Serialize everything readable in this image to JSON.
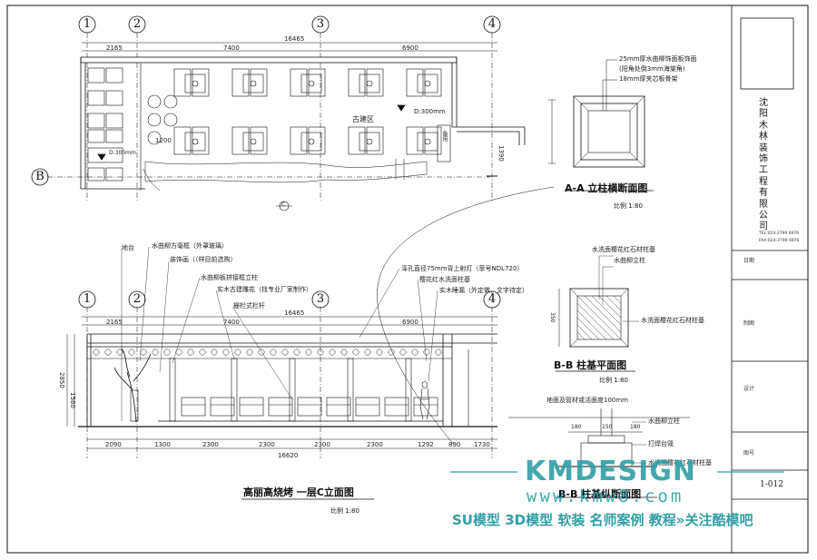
{
  "grid_labels": {
    "g1": "1",
    "g2": "2",
    "g3": "3",
    "g4": "4",
    "gB": "B",
    "gC": "C"
  },
  "plan": {
    "dims_top": [
      "2165",
      "7400",
      "6900"
    ],
    "dim_total": "16465",
    "dim_vertical": "1200",
    "dim_bottom_right": "1390",
    "area_label": "古建区",
    "level_main": "D:300mm",
    "level_left": "D:300mm",
    "side_label": "备用"
  },
  "section_aa": {
    "notes": [
      "25mm厚水曲柳饰面板饰面",
      "(阳角处倒3mm海棠角)",
      "18mm厚夹芯板骨架"
    ],
    "title": "A-A  立柱横断面图",
    "scale": "比例  1:80"
  },
  "elevation": {
    "callouts_left": [
      "地台",
      "水曲柳方毫框（外罩玻璃）",
      "装饰画（（样目前选购）",
      "水曲柳板拼接框立柱",
      "实木古建雕花（找专业厂家制作）",
      "栅栏式栏杆"
    ],
    "callouts_right": [
      "泽孔直径75mm背上射灯（菲号NDL720）",
      "樱花红水洗面柱基",
      "实木睡漏（外定做，文字待定）"
    ],
    "dims_top": [
      "2165",
      "7400",
      "6900"
    ],
    "dim_total": "16465",
    "dims_bottom": [
      "2090",
      "1300",
      "2300",
      "2300",
      "2300",
      "2300",
      "1292",
      "890",
      "1730"
    ],
    "dim_bottom_total": "16620",
    "left_height_1": "2850",
    "left_height_2": "1580",
    "title": "高丽高烧烤    一层C立面图",
    "scale": "比例  1:80"
  },
  "plan_bb": {
    "notes": [
      "水洗面樱花红石材柱基",
      "水曲柳立柱",
      "水洗面樱花红石材柱基"
    ],
    "dim": "350",
    "title": "B-B  柱基平面图",
    "scale": "比例  1:80"
  },
  "section_bb": {
    "notes": [
      "地面及管材或活面度100mm",
      "水曲柳立柱",
      "打焊台毁",
      "水洗面樱花红石材柱基"
    ],
    "dims": [
      "180",
      "150",
      "180"
    ],
    "title": "B-B  柱基纵断面图"
  },
  "title_block": {
    "company": "沈阳木林装饰工程有限公司",
    "contact_1": "TEL:024-2799 6976",
    "contact_2": "FAX:024-2799 6976",
    "fields": [
      "日期",
      "制图",
      "设计",
      "图号"
    ],
    "drawing_no": "1-012"
  },
  "watermark": {
    "brand": "KMDESIGN",
    "url": "www.kmw8.com",
    "promo": "SU模型 3D模型 软装 名师案例 教程»关注酷模吧"
  },
  "colors": {
    "line": "#111111",
    "watermark": "#2f9fa6"
  }
}
